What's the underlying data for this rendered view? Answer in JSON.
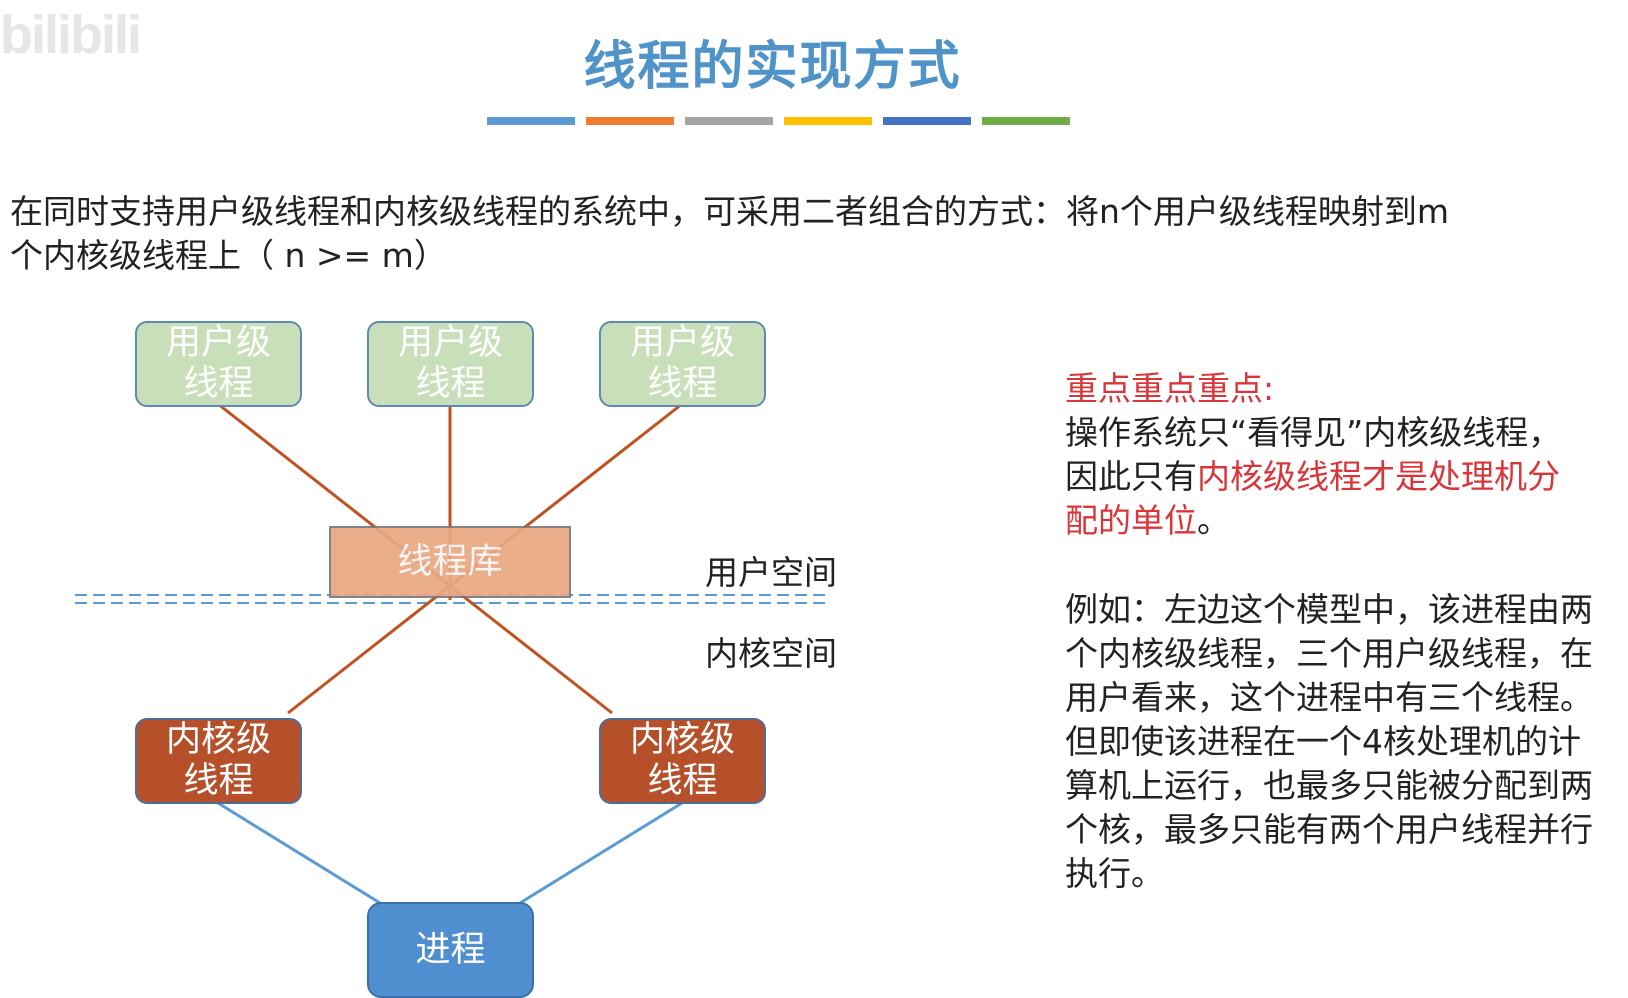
{
  "logo": {
    "text": "bilibili"
  },
  "title": "线程的实现方式",
  "color_bar": [
    "#5d9bd5",
    "#ed7d31",
    "#a5a5a5",
    "#ffc000",
    "#4472c4",
    "#70ad47"
  ],
  "intro": {
    "line1": "在同时支持用户级线程和内核级线程的系统中，可采用二者组合的方式：将n个用户级线程映射到m",
    "line2": "个内核级线程上（ n >= m）"
  },
  "diagram": {
    "user_threads": [
      "用户级\n线程",
      "用户级\n线程",
      "用户级\n线程"
    ],
    "thread_library": "线程库",
    "kernel_threads": [
      "内核级\n线程",
      "内核级\n线程"
    ],
    "process": "进程",
    "user_space_label": "用户空间",
    "kernel_space_label": "内核空间",
    "colors": {
      "user_link": "#c0521f",
      "process_link": "#5b9bd5",
      "divider": "#5b9bd5"
    }
  },
  "note": {
    "heading": "重点重点重点:",
    "para1_black": "操作系统只“看得见”内核级线程，因此只有",
    "para1_red": "内核级线程才是处理机分配的单位",
    "para1_end": "。",
    "para2": "例如：左边这个模型中，该进程由两个内核级线程，三个用户级线程，在用户看来，这个进程中有三个线程。但即使该进程在一个4核处理机的计算机上运行，也最多只能被分配到两个核，最多只能有两个用户线程并行执行。"
  }
}
